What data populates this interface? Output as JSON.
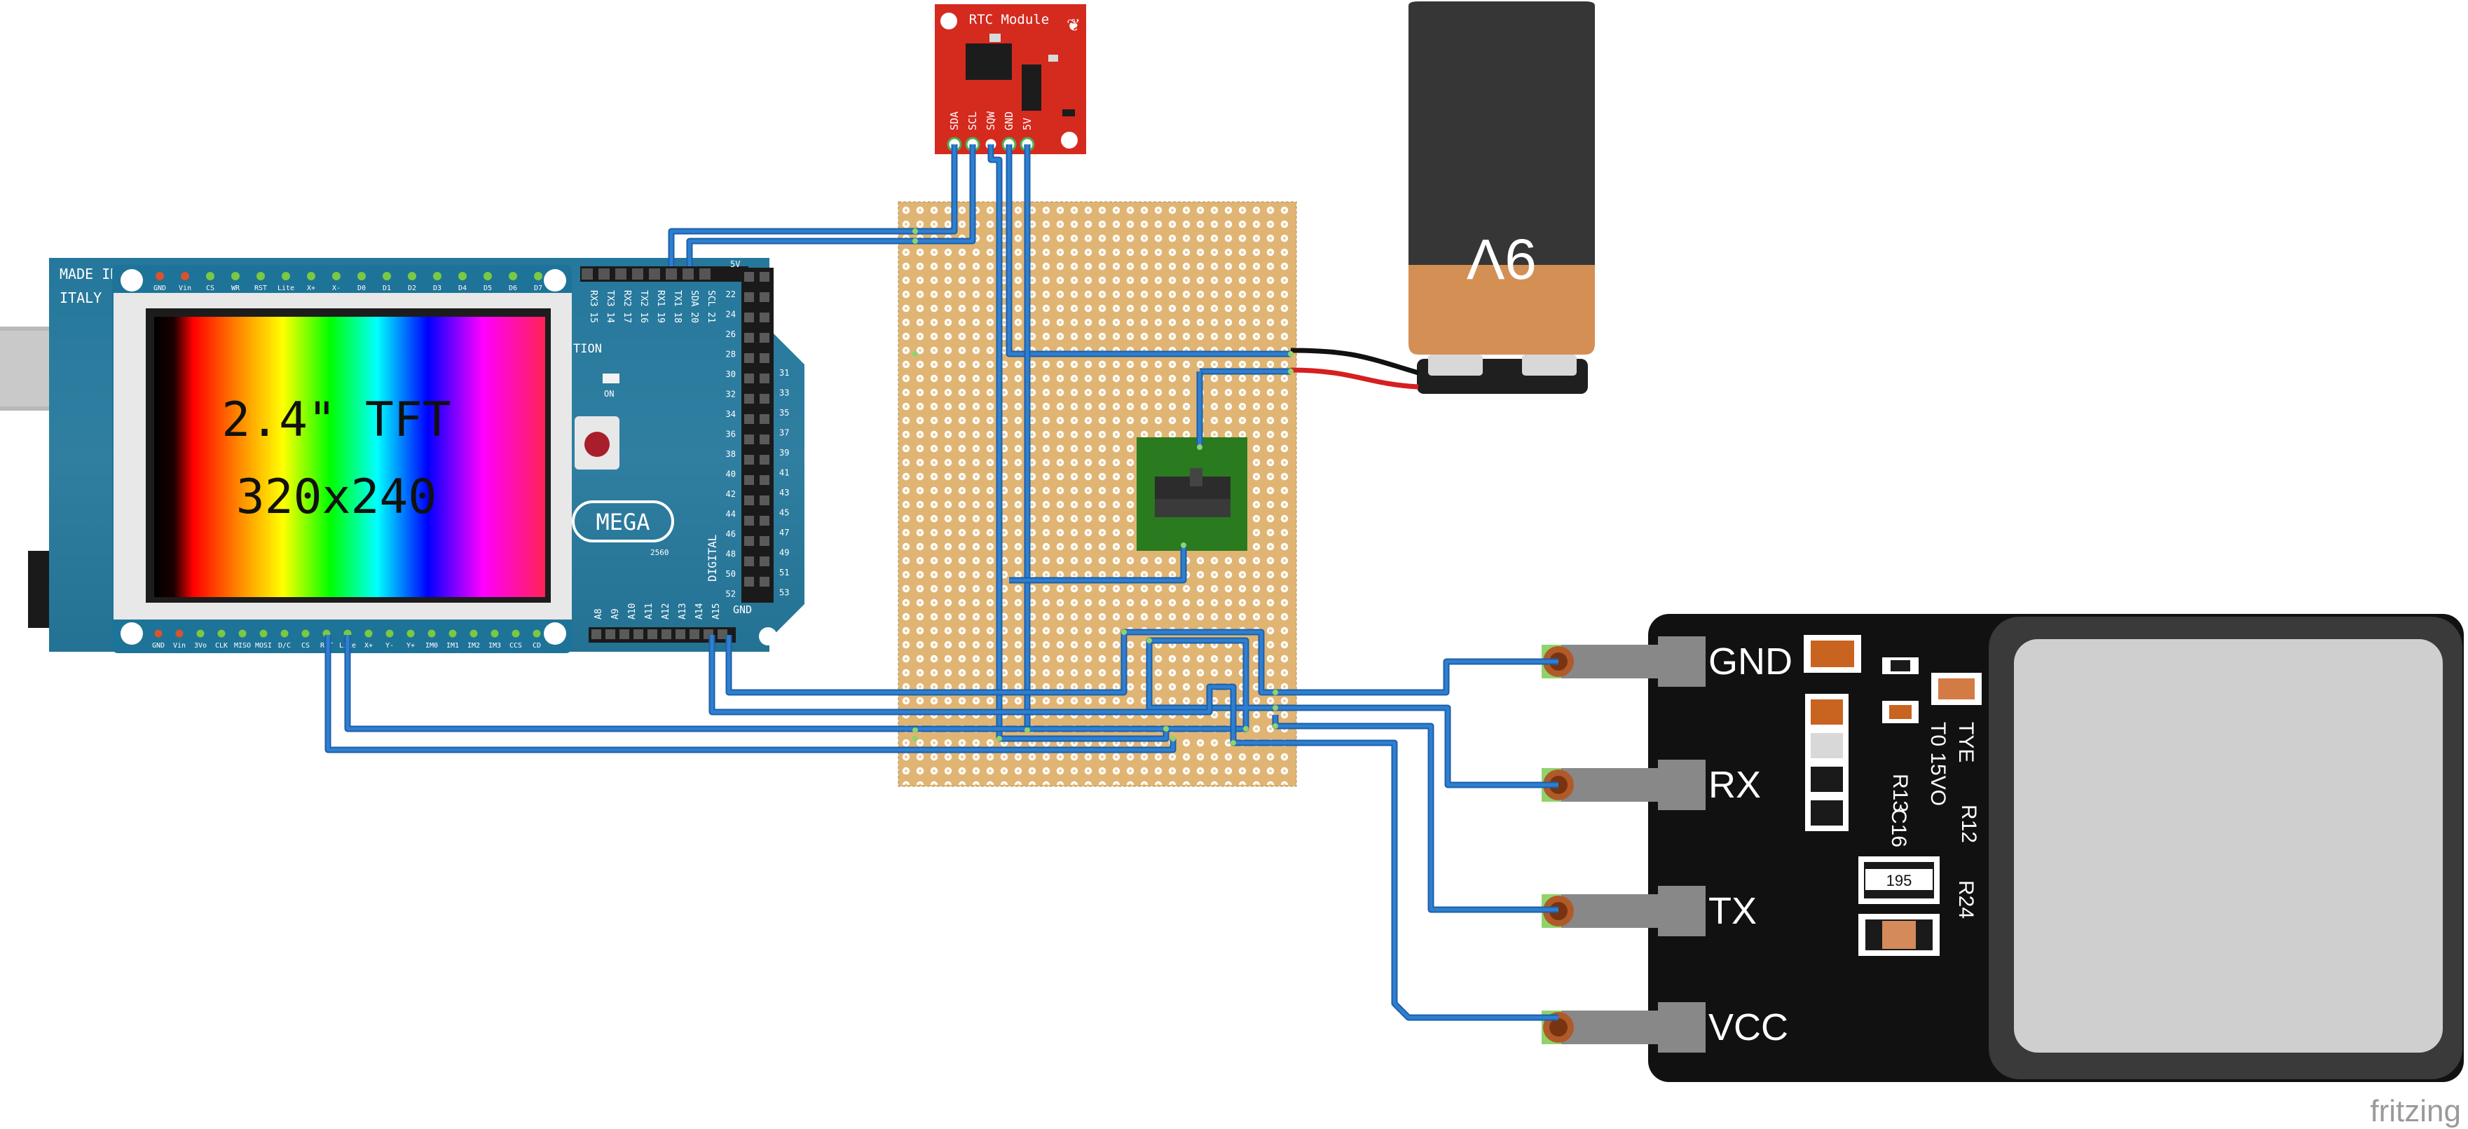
{
  "tft": {
    "line1": "2.4\" TFT",
    "line2": "320x240"
  },
  "arduino": {
    "made_in": "MADE IN",
    "italy": "ITALY",
    "mega": "MEGA",
    "model": "2560",
    "on": "ON",
    "digital": "DIGITAL",
    "five_v": "5V",
    "gnd": "GND",
    "comm_label": "TION",
    "comm_pins": [
      "RX3 15",
      "TX3 14",
      "RX2 17",
      "TX2 16",
      "RX1 19",
      "TX1 18",
      "SDA 20",
      "SCL 21"
    ],
    "header_right_left": [
      "22",
      "24",
      "26",
      "28",
      "30",
      "32",
      "34",
      "36",
      "38",
      "40",
      "42",
      "44",
      "46",
      "48",
      "50",
      "52"
    ],
    "header_right_right": [
      "31",
      "33",
      "35",
      "37",
      "39",
      "41",
      "43",
      "45",
      "47",
      "49",
      "51",
      "53"
    ],
    "analog_pins": [
      "A8",
      "A9",
      "A10",
      "A11",
      "A12",
      "A13",
      "A14",
      "A15"
    ]
  },
  "shield": {
    "top_pins": [
      "GND",
      "Vin",
      "CS",
      "WR",
      "RST",
      "Lite",
      "X+",
      "X-",
      "D0",
      "D1",
      "D2",
      "D3",
      "D4",
      "D5",
      "D6",
      "D7"
    ],
    "bottom_pins": [
      "GND",
      "Vin",
      "3Vo",
      "CLK",
      "MISO",
      "MOSI",
      "D/C",
      "CS",
      "RST",
      "Lite",
      "X+",
      "Y-",
      "Y+",
      "IM0",
      "IM1",
      "IM2",
      "IM3",
      "CCS",
      "CD"
    ]
  },
  "rtc": {
    "title": "RTC Module",
    "pins": [
      "SDA",
      "SCL",
      "SQW",
      "GND",
      "5V"
    ]
  },
  "battery": {
    "label": "9V"
  },
  "fingerprint": {
    "pins": [
      "GND",
      "RX",
      "TX",
      "VCC"
    ],
    "silk": [
      "TYE",
      "R12",
      "T0 15VO",
      "R13",
      "C16",
      "R24"
    ],
    "resistor_code": "195"
  },
  "watermark": "fritzing",
  "colors": {
    "wire": "#2f7fd0",
    "perfboard": "#e0b574",
    "arduino": "#25789c",
    "rtc": "#d52a1e",
    "switch_pcb": "#2a7a1f",
    "sensor_body": "#111111",
    "sensor_window": "#cfcfcf",
    "battery_top": "#363636",
    "battery_bottom": "#d48f55"
  }
}
